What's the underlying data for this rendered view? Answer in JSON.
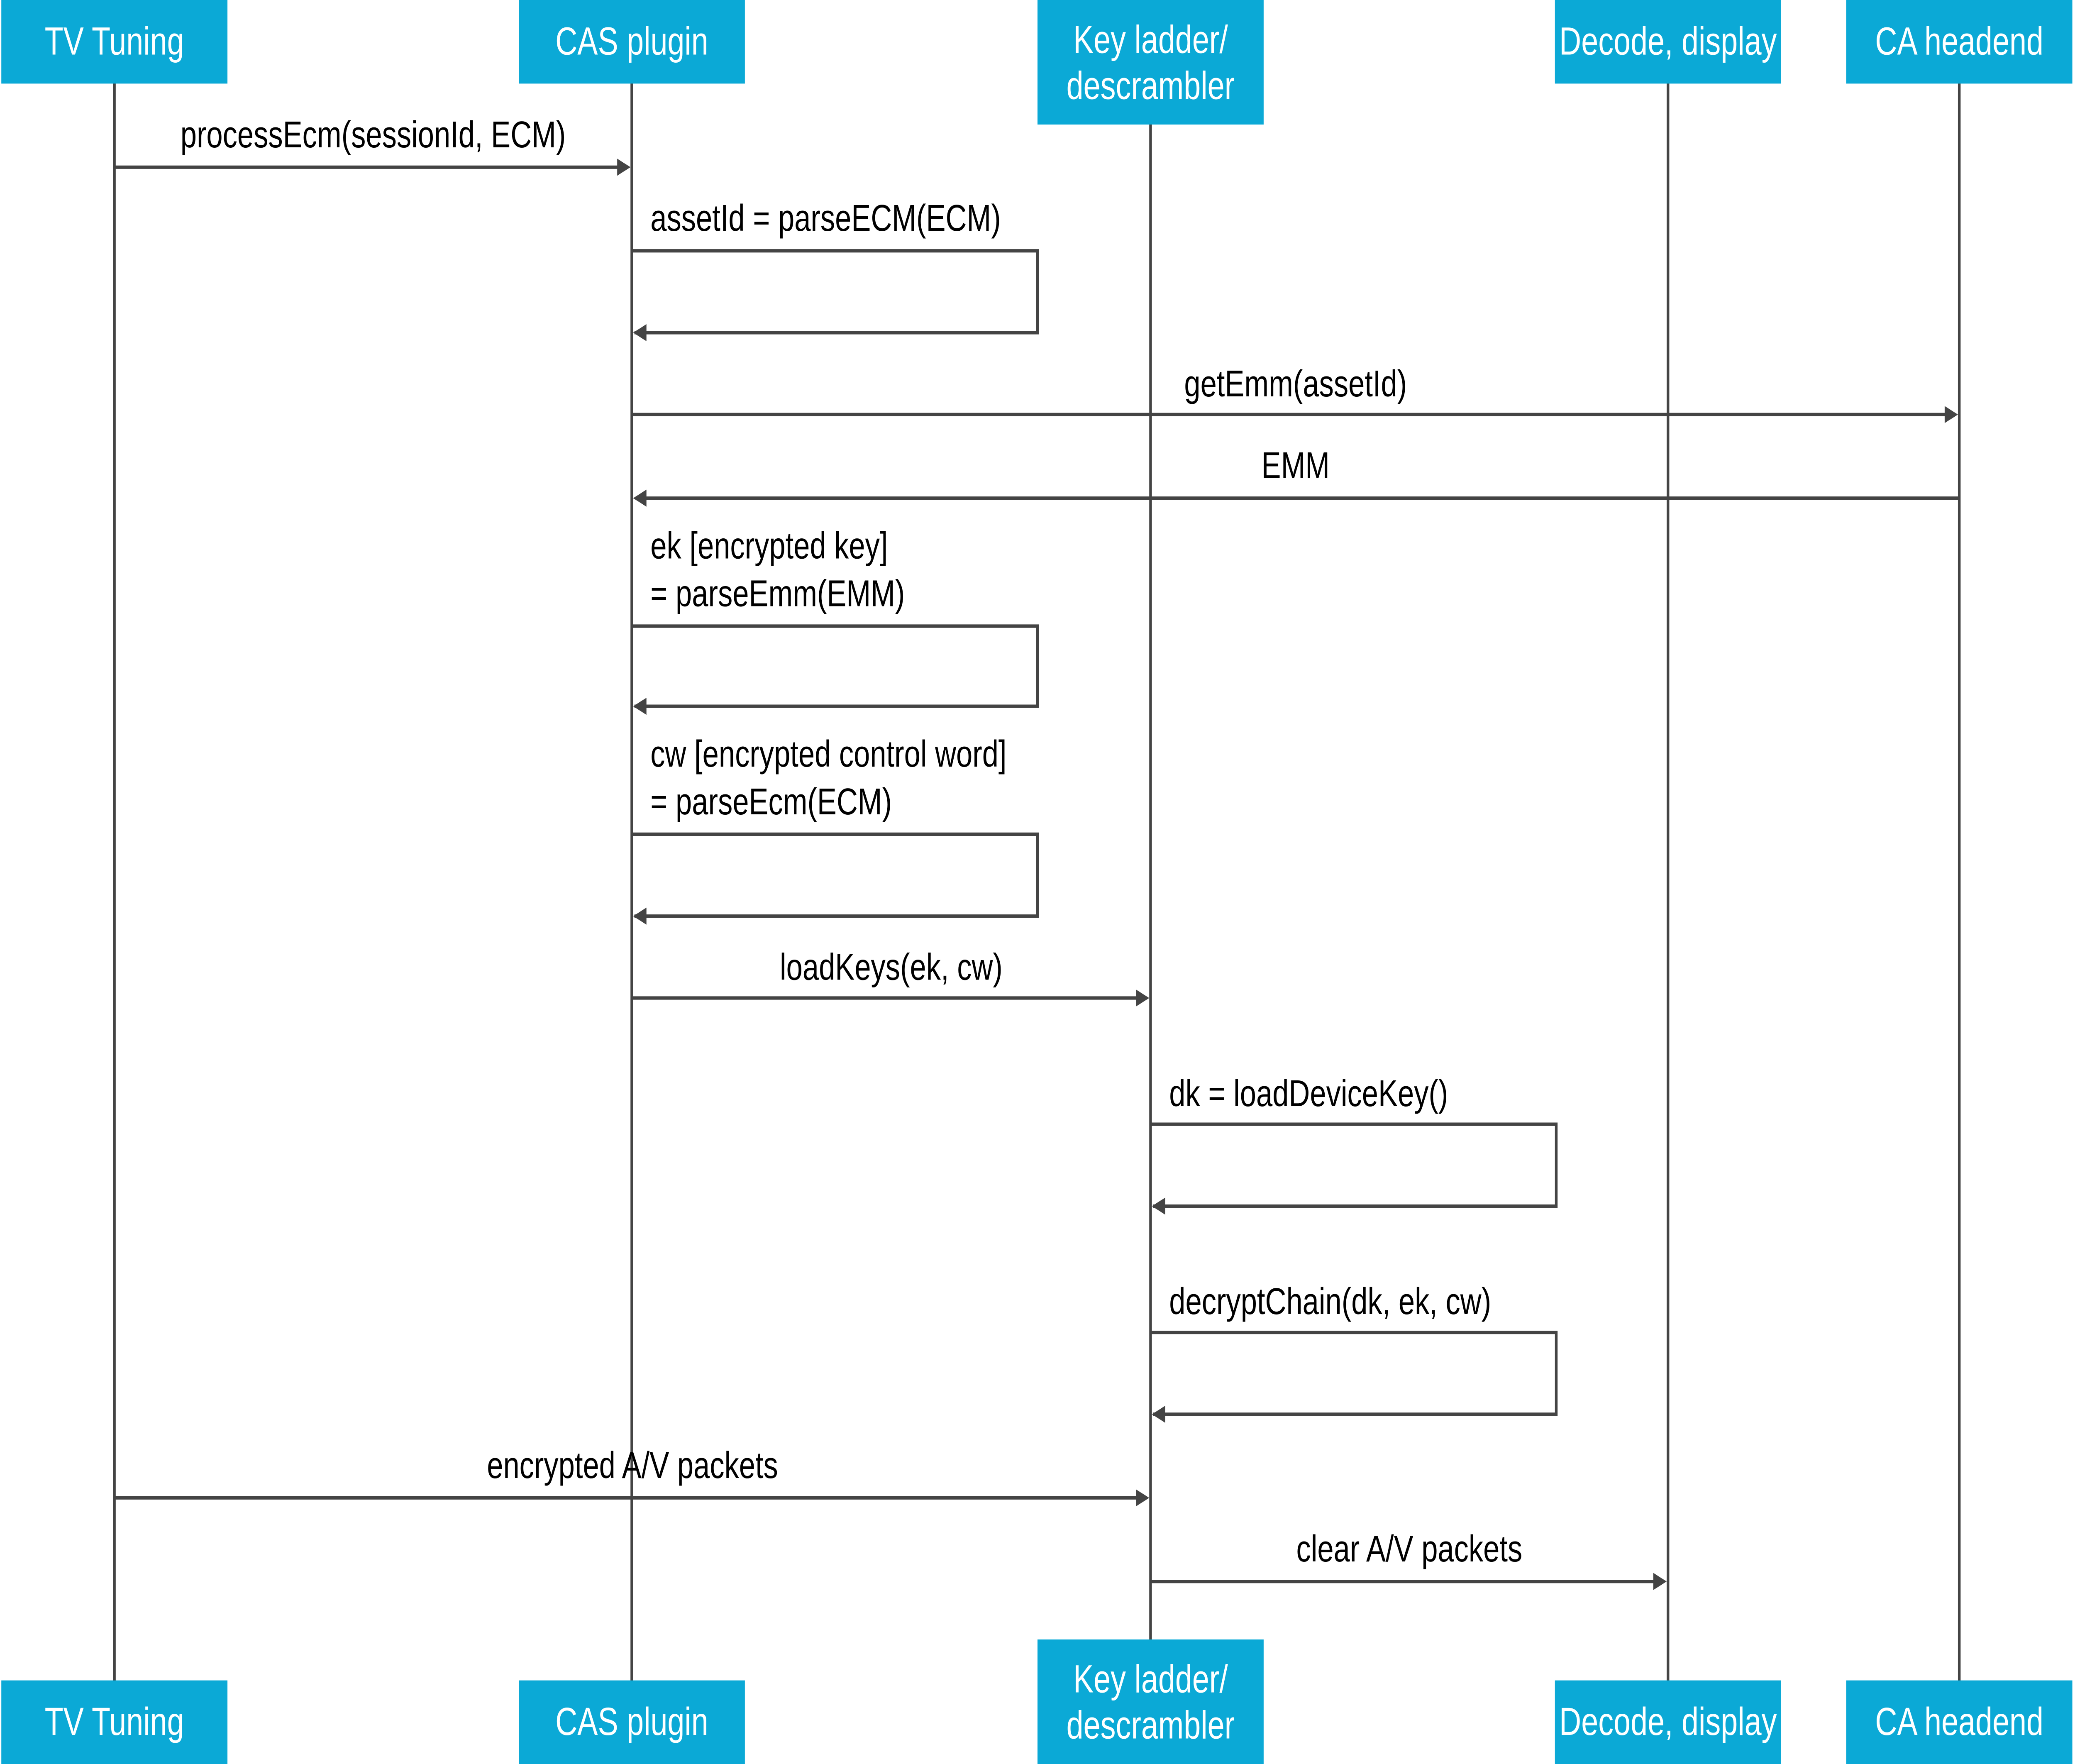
{
  "colors": {
    "header": "#0BA9D6",
    "line": "#444444",
    "header_text": "#FFFFFF"
  },
  "participants": [
    {
      "lines": [
        "TV Tuning"
      ]
    },
    {
      "lines": [
        "CAS plugin"
      ]
    },
    {
      "lines": [
        "Key ladder/",
        "descrambler"
      ]
    },
    {
      "lines": [
        "Decode, display"
      ]
    },
    {
      "lines": [
        "CA headend"
      ]
    }
  ],
  "messages": [
    {
      "from": 0,
      "to": 1,
      "lines": [
        "processEcm(sessionId, ECM)"
      ]
    },
    {
      "from": 1,
      "to": 1,
      "lines": [
        "assetId = parseECM(ECM)"
      ]
    },
    {
      "from": 1,
      "to": 4,
      "lines": [
        "getEmm(assetId)"
      ]
    },
    {
      "from": 4,
      "to": 1,
      "lines": [
        "EMM"
      ]
    },
    {
      "from": 1,
      "to": 1,
      "lines": [
        "ek [encrypted key]",
        "= parseEmm(EMM)"
      ]
    },
    {
      "from": 1,
      "to": 1,
      "lines": [
        "cw [encrypted control word]",
        "= parseEcm(ECM)"
      ]
    },
    {
      "from": 1,
      "to": 2,
      "lines": [
        "loadKeys(ek, cw)"
      ]
    },
    {
      "from": 2,
      "to": 2,
      "lines": [
        "dk = loadDeviceKey()"
      ]
    },
    {
      "from": 2,
      "to": 2,
      "lines": [
        "decryptChain(dk, ek, cw)"
      ]
    },
    {
      "from": 0,
      "to": 2,
      "lines": [
        "encrypted A/V packets"
      ]
    },
    {
      "from": 2,
      "to": 3,
      "lines": [
        "clear A/V packets"
      ]
    }
  ]
}
